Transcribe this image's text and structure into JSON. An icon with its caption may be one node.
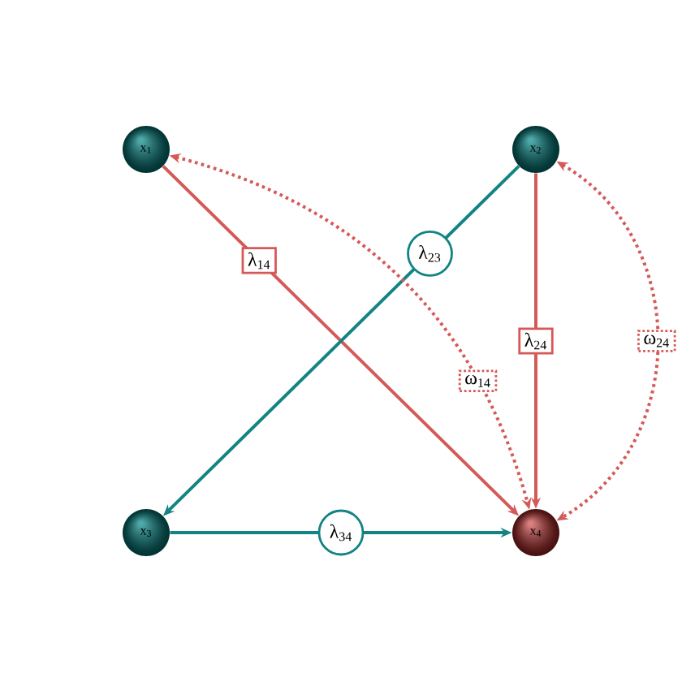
{
  "diagram": {
    "nodes": [
      {
        "text": [
          "x$_{1}$"
        ]
      },
      {
        "text": [
          "x$_{2}$"
        ]
      },
      {
        "text": [
          "x$_{3}$"
        ]
      },
      {
        "text": [
          "x$_{4}$"
        ]
      }
    ],
    "edges": [
      {
        "from": 0,
        "to": 3,
        "arrow": "to",
        "label": "λ$_{14}$"
      },
      {
        "from": 1,
        "to": 2,
        "arrow": "to",
        "label": "λ$_{23}$",
        "color": "#138383"
      },
      {
        "from": 1,
        "to": 3,
        "arrow": "to",
        "label": "λ$_{24}$"
      },
      {
        "from": 2,
        "to": 3,
        "arrow": "to",
        "label": "λ$_{34}$",
        "color": "#138383"
      },
      {
        "from": 0,
        "to": 3,
        "arrow": "both",
        "label": "ω$_{14}$",
        "style": "dashed"
      },
      {
        "from": 1,
        "to": 3,
        "arrow": "both",
        "label": "ω$_{24}$",
        "style": "dashed"
      }
    ]
  }
}
